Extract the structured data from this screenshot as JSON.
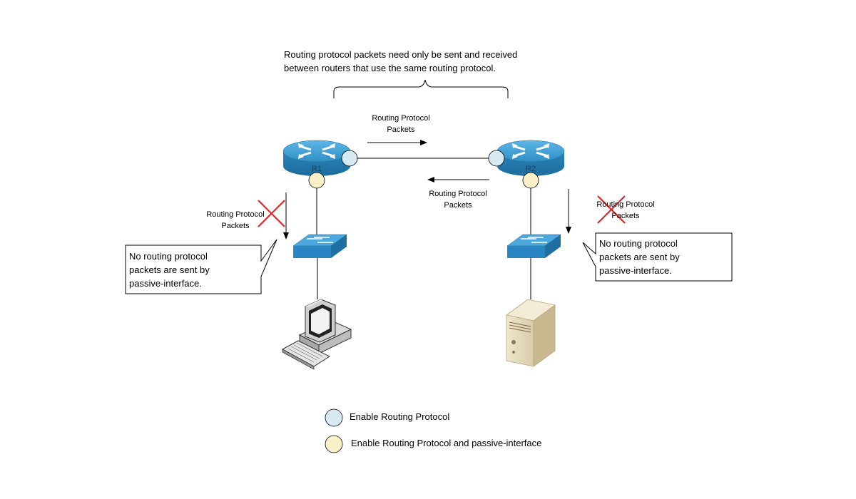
{
  "top_note": {
    "line1": "Routing protocol packets need only be sent and received",
    "line2": "between routers that use the same routing protocol."
  },
  "routers": [
    {
      "label": "R1"
    },
    {
      "label": "R2"
    }
  ],
  "packet_labels": {
    "r1_to_r2": {
      "line1": "Routing Protocol",
      "line2": "Packets"
    },
    "r2_to_r1": {
      "line1": "Routing Protocol",
      "line2": "Packets"
    },
    "r1_blocked": {
      "line1": "Routing Protocol",
      "line2": "Packets"
    },
    "r2_blocked": {
      "line1": "Routing Protocol",
      "line2": "Packets"
    }
  },
  "callouts": {
    "left": {
      "line1": "No routing protocol",
      "line2": "packets are sent by",
      "line3": "passive-interface."
    },
    "right": {
      "line1": "No routing protocol",
      "line2": "packets are sent by",
      "line3": "passive-interface."
    }
  },
  "legend": [
    {
      "label": "Enable Routing Protocol",
      "color": "#d7e9f2"
    },
    {
      "label": "Enable Routing Protocol and passive-interface",
      "color": "#fbf0c8"
    }
  ],
  "colors": {
    "router_blue": "#2f8fc4",
    "switch_blue": "#2a86c2",
    "blocked_x": "#e02020"
  }
}
